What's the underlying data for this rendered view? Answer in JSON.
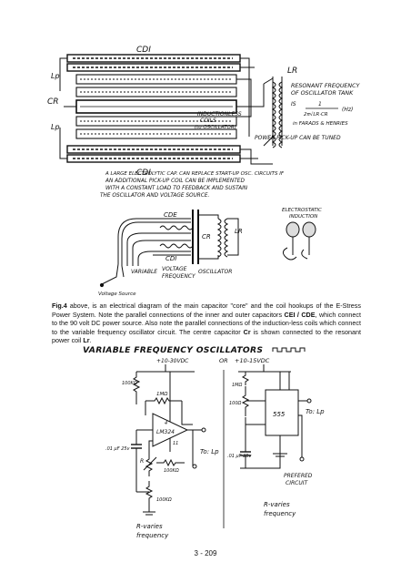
{
  "top_diagram": {
    "label_cdi_top": "CDI",
    "label_lp_top": "Lp",
    "label_cr": "CR",
    "label_lp_bottom": "Lp",
    "label_cdi_bottom": "CDI",
    "label_lr": "LR",
    "label_inductionless": "INDUCTIONLESS",
    "label_coils": "COILS",
    "label_to_osc": "(to OSCILLATOR)",
    "resonant_title_1": "RESONANT FREQUENCY",
    "resonant_title_2": "OF OSCILLATOR TANK",
    "resonant_is": "IS",
    "formula_num": "1",
    "formula_den": "2π√LR·CR",
    "formula_unit": "(Hz)",
    "formula_note": "in FARADS & HENRIES",
    "pickup_note": "POWER PICK-UP CAN BE TUNED",
    "electrolytic_note_1": "A LARGE ELECTROLYTIC CAP. CAN REPLACE START-UP OSC. CIRCUITS IF",
    "electrolytic_note_2": "AN ADDITIONAL PICK-UP COIL CAN BE IMPLEMENTED",
    "electrolytic_note_3": "WITH A CONSTANT LOAD TO FEEDBACK AND SUSTAIN",
    "electrolytic_note_4": "THE OSCILLATOR AND VOLTAGE SOURCE."
  },
  "middle_diagram": {
    "label_cde": "CDE",
    "label_cr": "CR",
    "label_lr": "LR",
    "label_cdi": "CDI",
    "variable_label": "VARIABLE",
    "voltage_freq_1": "VOLTAGE",
    "voltage_freq_2": "FREQUENCY",
    "oscillator_label": "OSCILLATOR",
    "voltage_source_label": "Voltage Source",
    "electrostatic_1": "ELECTROSTATIC",
    "electrostatic_2": "INDUCTION"
  },
  "caption": {
    "fig_label": "Fig.4",
    "text_1": " above, is an electrical diagram of the main capacitor \"core\" and the coil hookups of the E-Stress Power System.  Note the parallel connections of the inner and outer capacitors ",
    "cei_cde": "CEI / CDE",
    "text_2": ", which connect to the 90 volt DC power source.  Also note the parallel connections of the induction-less coils which connect to the variable frequency oscillator circuit.  The centre capacitor ",
    "cr": "Cr",
    "text_3": " is shown connected to the resonant power coil ",
    "lr": "Lr",
    "text_4": "."
  },
  "oscillators": {
    "title": "VARIABLE FREQUENCY OSCILLATORS",
    "left_supply": "+10-30VDC",
    "r100k_top": "100KΩ",
    "r1m": "1MΩ",
    "ic_left": "LM324",
    "ic_pin4": "4",
    "ic_pin11": "11",
    "cap_left": ".01 μF 25v",
    "r100k_var": "100KΩ",
    "r100k_bottom": "100KΩ",
    "to_left": "To: Lp",
    "r_label_left": "R",
    "left_note_1": "R-varies",
    "left_note_2": "frequency",
    "or_label": "OR",
    "right_supply": "+10-15VDC",
    "r_1meg": "1MΩ",
    "r_100ohm": "100Ω",
    "ic_right": "555",
    "cap_right": ".01 μF 25v",
    "to_right": "To: Lp",
    "preferred_1": "PREFERED",
    "preferred_2": "CIRCUIT",
    "right_note_1": "R-varies",
    "right_note_2": "frequency"
  },
  "page_number": "3 - 209"
}
